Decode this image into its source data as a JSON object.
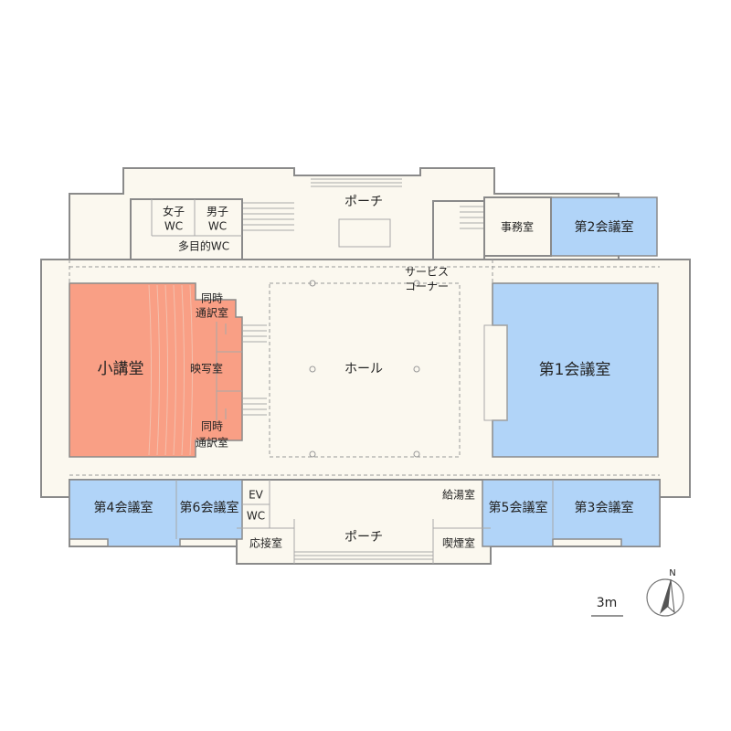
{
  "rooms": {
    "porch_top": "ポーチ",
    "women_wc_1": "女子",
    "women_wc_2": "WC",
    "men_wc_1": "男子",
    "men_wc_2": "WC",
    "multi_wc": "多目的WC",
    "office": "事務室",
    "conf2": "第2会議室",
    "service_1": "サービス",
    "service_2": "コーナー",
    "small_hall": "小講堂",
    "interp_top_1": "同時",
    "interp_top_2": "通訳室",
    "projection": "映写室",
    "interp_bot_1": "同時",
    "interp_bot_2": "通訳室",
    "hall": "ホール",
    "conf1": "第1会議室",
    "conf4": "第4会議室",
    "conf6": "第6会議室",
    "ev": "EV",
    "wc_small": "WC",
    "reception": "応接室",
    "porch_bottom": "ポーチ",
    "kitchenette": "給湯室",
    "conf5": "第5会議室",
    "conf3": "第3会議室",
    "smoking": "喫煙室"
  },
  "scale": {
    "label": "3m"
  },
  "north": {
    "label": "N"
  },
  "colors": {
    "orange": "#f99f85",
    "blue": "#b1d4f8",
    "floor": "#fbf8ef"
  }
}
